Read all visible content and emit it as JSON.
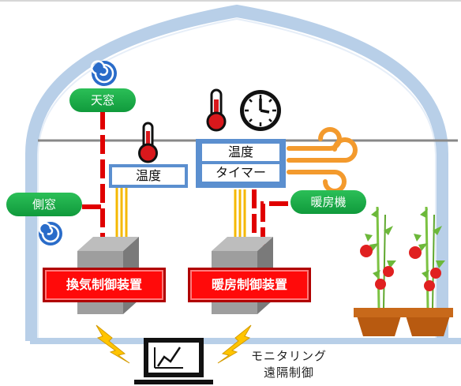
{
  "labels": {
    "roof_window": "天窓",
    "side_window": "側窓",
    "temperature_left": "温度",
    "temperature_right": "温度",
    "timer": "タイマー",
    "heater": "暖房機",
    "ventilation_controller": "換気制御装置",
    "heating_controller": "暖房制御装置",
    "monitoring_line1": "モニタリング",
    "monitoring_line2": "遠隔制御"
  },
  "icons": [
    "wind-swirl-icon",
    "thermometer-icon",
    "clock-icon",
    "warm-air-icon",
    "laptop-chart-icon",
    "lightning-icon",
    "tomato-plant-icon"
  ],
  "colors": {
    "greenhouse_frame": "#b8cfe8",
    "label_pill": "#1aaa47",
    "sensor_border": "#5b8fcf",
    "controller": "#ff0a0a",
    "signal_line": "#e00000",
    "sensor_cable": "#f5b800",
    "lightning": "#ffc400",
    "warm_air": "#f39a2d"
  }
}
